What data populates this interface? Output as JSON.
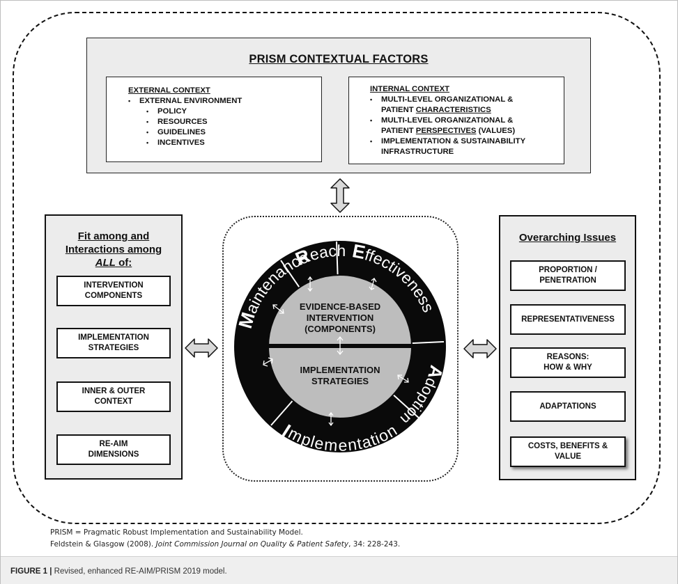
{
  "prism": {
    "title": "PRISM CONTEXTUAL FACTORS",
    "external": {
      "heading": "EXTERNAL CONTEXT",
      "item": "EXTERNAL ENVIRONMENT",
      "subitems": [
        "POLICY",
        "RESOURCES",
        "GUIDELINES",
        "INCENTIVES"
      ]
    },
    "internal": {
      "heading": "INTERNAL CONTEXT",
      "item1_line1": "MULTI-LEVEL ORGANIZATIONAL &",
      "item1_pre": "PATIENT ",
      "item1_u": "CHARACTERISTICS",
      "item2_line1": "MULTI-LEVEL ORGANIZATIONAL &",
      "item2_pre": "PATIENT ",
      "item2_u": "PERSPECTIVES",
      "item2_post": " (VALUES)",
      "item3_line1": "IMPLEMENTATION & SUSTAINABILITY",
      "item3_line2": "INFRASTRUCTURE"
    }
  },
  "fit": {
    "title_line1": "Fit among and",
    "title_line2": "Interactions among",
    "title_all": "ALL",
    "title_of": " of:",
    "items": [
      [
        "INTERVENTION",
        "COMPONENTS"
      ],
      [
        "IMPLEMENTATION",
        "STRATEGIES"
      ],
      [
        "INNER & OUTER",
        "CONTEXT"
      ],
      [
        "RE-AIM",
        "DIMENSIONS"
      ]
    ]
  },
  "overarching": {
    "title": "Overarching Issues",
    "items": [
      [
        "PROPORTION /",
        "PENETRATION"
      ],
      [
        "REPRESENTATIVENESS"
      ],
      [
        "REASONS:",
        "HOW & WHY"
      ],
      [
        "ADAPTATIONS"
      ],
      [
        "COSTS, BENEFITS &",
        "VALUE"
      ]
    ]
  },
  "wheel": {
    "inner_top": [
      "EVIDENCE-BASED",
      "INTERVENTION",
      "(COMPONENTS)"
    ],
    "inner_bottom": [
      "IMPLEMENTATION",
      "STRATEGIES"
    ],
    "ring": [
      {
        "cap": "M",
        "rest": "aintenance"
      },
      {
        "cap": "R",
        "rest": "each"
      },
      {
        "cap": "E",
        "rest": "ffectiveness"
      },
      {
        "cap": "A",
        "rest": "doption"
      },
      {
        "cap": "I",
        "rest": "mplementation"
      }
    ]
  },
  "footnotes": {
    "line1": "PRISM = Pragmatic Robust Implementation and Sustainability Model.",
    "line2_pre": "Feldstein & Glasgow (2008). ",
    "line2_italic": "Joint Commission Journal on Quality & Patient Safety",
    "line2_post": ", 34: 228-243."
  },
  "caption": {
    "label": "FIGURE 1 |",
    "text": " Revised, enhanced RE-AIM/PRISM 2019 model."
  },
  "colors": {
    "panel_gray": "#ececec",
    "ring": "#0a0a0a",
    "inner_circle": "#bdbdbd",
    "arrow_fill": "#d9d9d9"
  }
}
